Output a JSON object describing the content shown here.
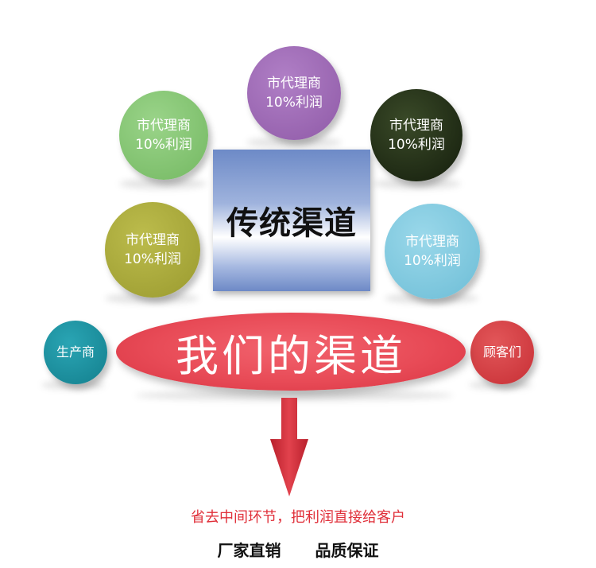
{
  "diagram": {
    "center_box": "传统渠道",
    "agents": [
      {
        "line1": "市代理商",
        "line2": "10%利润",
        "color": "#9b68b1"
      },
      {
        "line1": "市代理商",
        "line2": "10%利润",
        "color": "#86c473"
      },
      {
        "line1": "市代理商",
        "line2": "10%利润",
        "color": "#1f2b14"
      },
      {
        "line1": "市代理商",
        "line2": "10%利润",
        "color": "#a7a738"
      },
      {
        "line1": "市代理商",
        "line2": "10%利润",
        "color": "#7ec8df"
      }
    ],
    "producer": {
      "label": "生产商",
      "color": "#1a8f9e"
    },
    "customer": {
      "label": "顾客们",
      "color": "#d53b40"
    },
    "our_channel": "我们的渠道",
    "slogan": "省去中间环节，把利润直接给客户",
    "bottom_left": "厂家直销",
    "bottom_right": "品质保证",
    "colors": {
      "ellipse": "#e84b57",
      "arrow": "#d9323e",
      "slogan": "#e0303a",
      "box": "#6d8ac7"
    }
  }
}
